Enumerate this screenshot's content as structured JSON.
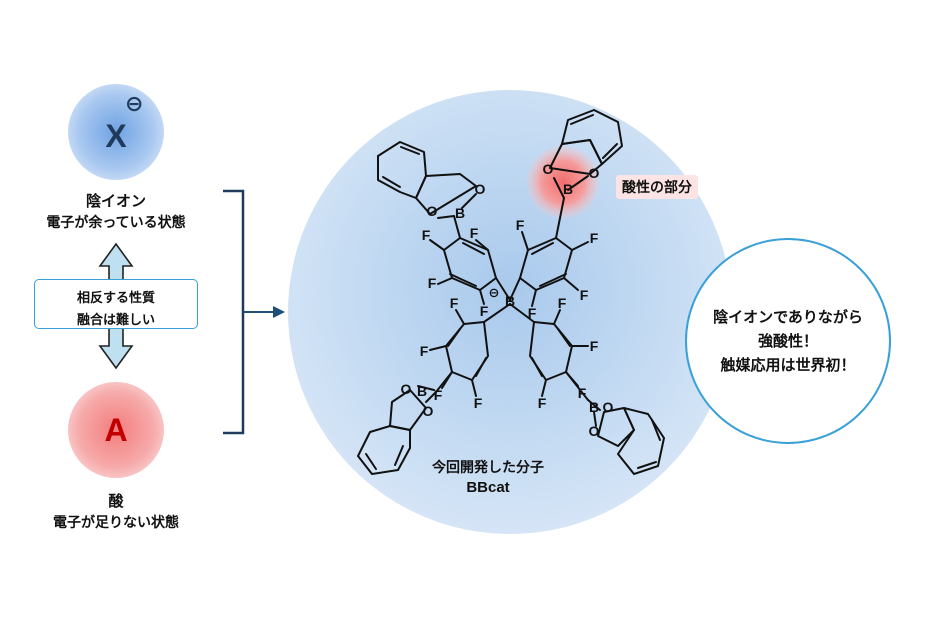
{
  "anion": {
    "symbol": "X",
    "charge": "⊖",
    "title": "陰イオン",
    "desc": "電子が余っている状態"
  },
  "relation": {
    "line1": "相反する性質",
    "line2": "融合は難しい"
  },
  "acid": {
    "symbol": "A",
    "title": "酸",
    "desc": "電子が足りない状態"
  },
  "molecule": {
    "caption1": "今回開発した分子",
    "caption2": "BBcat",
    "acid_part_label": "酸性の部分",
    "atoms": {
      "boron": "B",
      "oxygen": "O",
      "fluorine": "F",
      "charge": "⊖"
    }
  },
  "callout": {
    "line1": "陰イオンでありながら",
    "line2": "強酸性！",
    "line3": "触媒応用は世界初！"
  },
  "colors": {
    "anion_blue": "#8fb6ea",
    "acid_red": "#f49b9b",
    "acid_text": "#c00000",
    "dark_blue": "#1f3a5a",
    "arrow_blue": "#1f4e79",
    "callout_border": "#3aa0d8",
    "double_arrow_fill": "#bfe0f0"
  }
}
